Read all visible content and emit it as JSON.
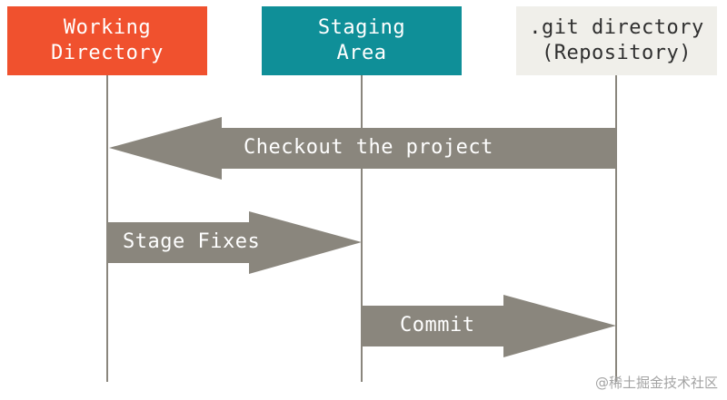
{
  "lanes": {
    "working_directory": {
      "line1": "Working",
      "line2": "Directory",
      "color": "#f0512e"
    },
    "staging_area": {
      "line1": "Staging",
      "line2": "Area",
      "color": "#0f8f98"
    },
    "git_directory": {
      "line1": ".git directory",
      "line2": "(Repository)",
      "color": "#f0efea"
    }
  },
  "arrows": {
    "checkout": {
      "label": "Checkout the project",
      "color": "#8a867d"
    },
    "stage_fixes": {
      "label": "Stage Fixes",
      "color": "#8a867d"
    },
    "commit": {
      "label": "Commit",
      "color": "#8a867d"
    }
  },
  "watermark": "@稀土掘金技术社区"
}
